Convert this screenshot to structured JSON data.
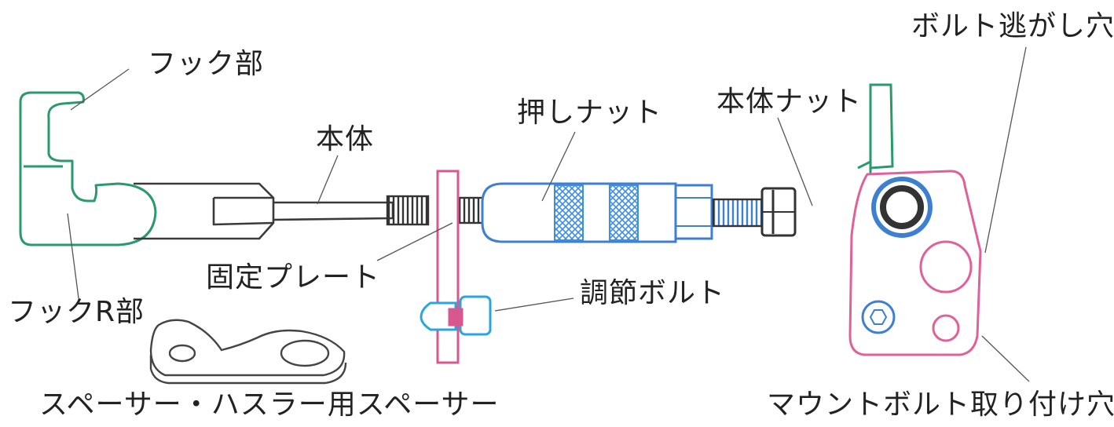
{
  "labels": {
    "hook": "フック部",
    "body": "本体",
    "push_nut": "押しナット",
    "body_nut": "本体ナット",
    "bolt_relief_hole": "ボルト逃がし穴",
    "fixing_plate": "固定プレート",
    "hook_r": "フックR部",
    "adjust_bolt": "調節ボルト",
    "spacer": "スペーサー・ハスラー用スペーサー",
    "mount_hole": "マウントボルト取り付け穴"
  },
  "colors": {
    "hook": "#2a9a6e",
    "body": "#3a3a3a",
    "plate": "#d9578f",
    "nut": "#3d7fd1",
    "knurl": "#3d8de0",
    "adjust_bolt": "#2aa6de",
    "bracket_pink": "#e0609a",
    "leader": "#555555"
  }
}
